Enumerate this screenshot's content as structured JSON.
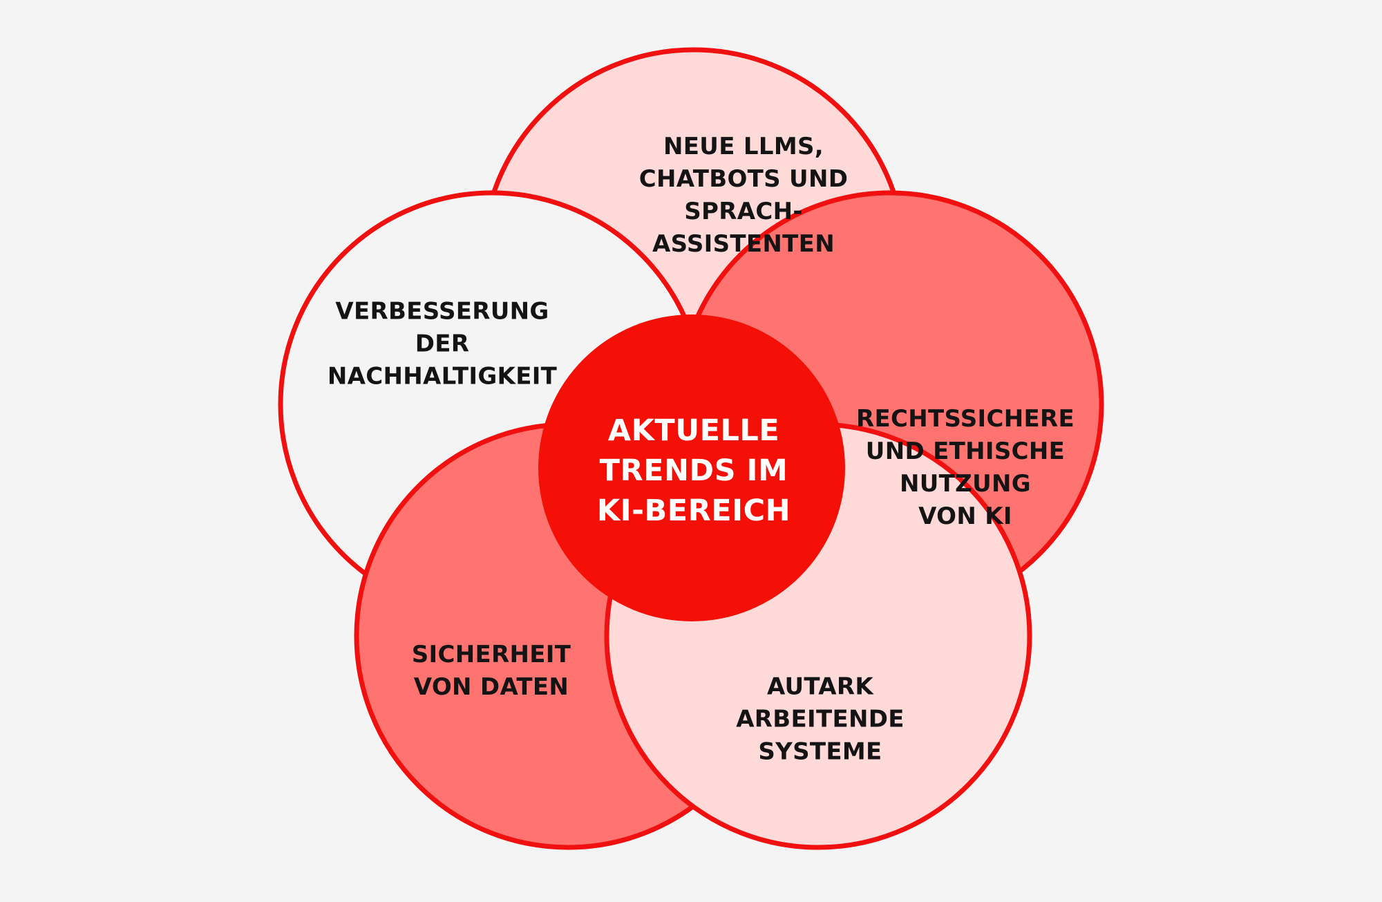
{
  "colors": {
    "background": "#f4f4f4",
    "outline": "#f01010",
    "white_fill": "#f4f4f4",
    "light_pink_fill": "#ffdad8",
    "salmon_fill": "#ff7470",
    "center_fill": "#f41006",
    "center_text": "#ffffff",
    "outer_text": "#141414"
  },
  "center": {
    "lines": [
      "AKTUELLE",
      "TRENDS IM",
      "KI-BEREICH"
    ]
  },
  "topics": [
    {
      "id": "top",
      "fill": "light_pink_fill",
      "lines": [
        "NEUE LLMS,",
        "CHATBOTS UND",
        "SPRACH-",
        "ASSISTENTEN"
      ]
    },
    {
      "id": "left",
      "fill": "white_fill",
      "lines": [
        "VERBESSERUNG",
        "DER",
        "NACHHALTIGKEIT"
      ]
    },
    {
      "id": "right",
      "fill": "salmon_fill",
      "lines": [
        "RECHTSSICHERE",
        "UND ETHISCHE",
        "NUTZUNG",
        "VON KI"
      ]
    },
    {
      "id": "bottom-left",
      "fill": "salmon_fill",
      "lines": [
        "SICHERHEIT",
        "VON DATEN"
      ]
    },
    {
      "id": "bottom-right",
      "fill": "light_pink_fill",
      "lines": [
        "AUTARK",
        "ARBEITENDE",
        "SYSTEME"
      ]
    }
  ]
}
